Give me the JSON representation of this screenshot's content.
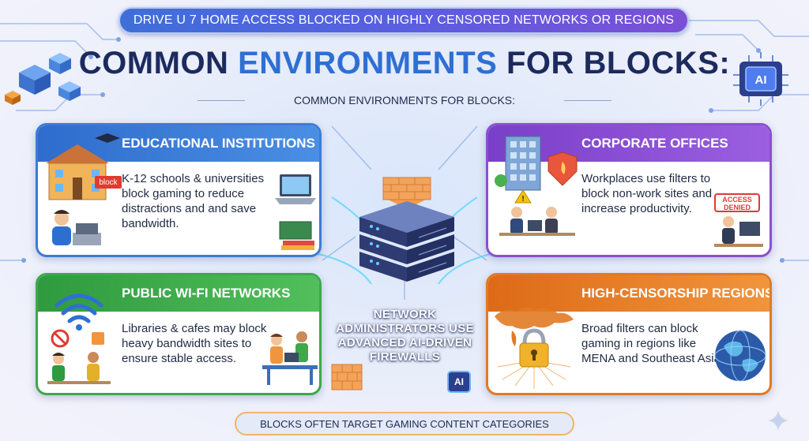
{
  "header": {
    "banner": "DRIVE U 7 HOME ACCESS BLOCKED ON HIGHLY CENSORED NETWORKS OR REGIONS",
    "title_part1": "COMMON",
    "title_accent": "ENVIRONMENTS",
    "title_part2": "FOR BLOCKS:",
    "subtitle": "COMMON ENVIRONMENTS FOR BLOCKS:"
  },
  "cards": {
    "education": {
      "title": "EDUCATIONAL INSTITUTIONS",
      "body": "K-12 schools & universities block gaming to reduce distractions and and save bandwidth.",
      "sign": "block"
    },
    "corporate": {
      "title": "CORPORATE OFFICES",
      "body": "Workplaces use filters to block non-work sites and increase productivity.",
      "badge_line1": "ACCESS",
      "badge_line2": "DENIED"
    },
    "wifi": {
      "title": "PUBLIC WI-FI NETWORKS",
      "body": "Libraries & cafes may block heavy bandwidth sites to ensure stable access."
    },
    "censorship": {
      "title": "HIGH-CENSORSHIP REGIONS",
      "body": "Broad filters can block gaming in regions like MENA and Southeast Asia."
    }
  },
  "center": {
    "text": "NETWORK ADMINISTRATORS USE ADVANCED AI-DRIVEN FIREWALLS",
    "ai_label": "AI"
  },
  "footer": {
    "banner": "BLOCKS OFTEN TARGET GAMING CONTENT CATEGORIES"
  },
  "decor": {
    "chip_label": "AI"
  },
  "colors": {
    "education": "#3c7bd6",
    "corporate": "#8a4fd1",
    "wifi": "#3ea84a",
    "censorship": "#e27a23",
    "title": "#1d2a5e",
    "accent": "#2f6fd3"
  }
}
